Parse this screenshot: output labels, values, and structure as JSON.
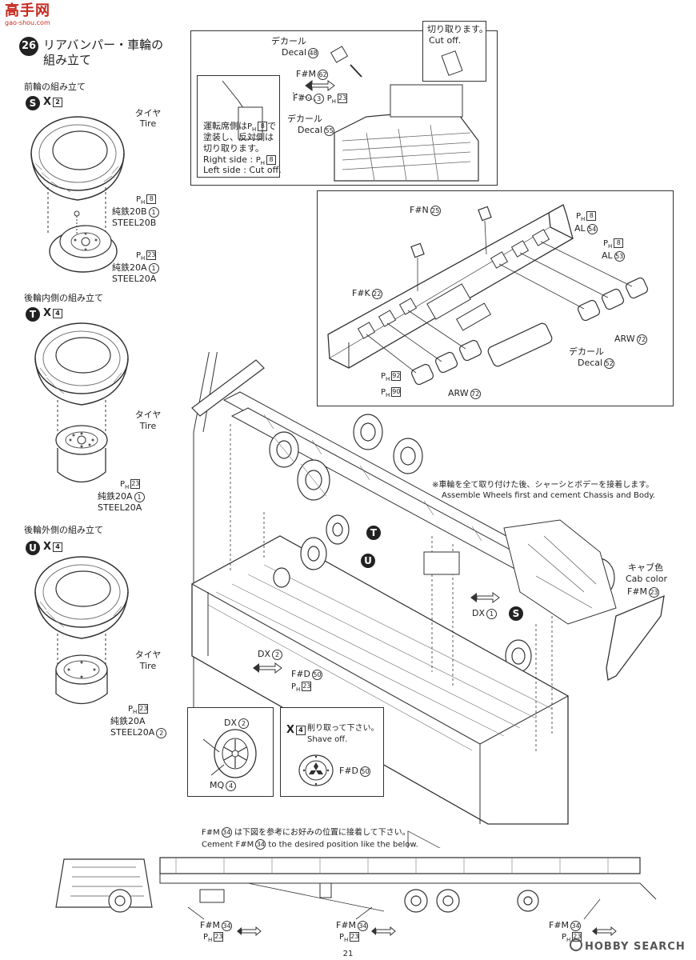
{
  "logo": {
    "main": "高手网",
    "sub": "gao-shou.com"
  },
  "step": {
    "number": "26",
    "title_line1": "リアバンパー・車輪の",
    "title_line2": "組み立て"
  },
  "front": {
    "heading": "前輪の組み立て",
    "letter": "S",
    "multiplier": "X",
    "count": "2",
    "tire_jp": "タイヤ",
    "tire_en": "Tire",
    "ph_a": "8",
    "steel_b_jp": "純鉄20B",
    "steel_b_en": "STEEL20B",
    "steel_b_num": "1",
    "ph_b": "23",
    "steel_a_jp": "純鉄20A",
    "steel_a_en": "STEEL20A",
    "steel_a_num": "1"
  },
  "rear_inner": {
    "heading": "後輪内側の組み立て",
    "letter": "T",
    "multiplier": "X",
    "count": "4",
    "tire_jp": "タイヤ",
    "tire_en": "Tire",
    "ph": "23",
    "steel_jp": "純鉄20A",
    "steel_en": "STEEL20A",
    "steel_num": "1"
  },
  "rear_outer": {
    "heading": "後輪外側の組み立て",
    "letter": "U",
    "multiplier": "X",
    "count": "4",
    "tire_jp": "タイヤ",
    "tire_en": "Tire",
    "ph": "23",
    "steel_jp": "純鉄20A",
    "steel_en": "STEEL20A",
    "steel_num": "2"
  },
  "top_inset": {
    "decal_jp": "デカール",
    "decal_en": "Decal",
    "decal_num_a": "48",
    "fm": "F#M",
    "fm_num": "62",
    "fo": "F#O",
    "fo_num": "3",
    "ph_fo": "23",
    "decal_num_b": "55",
    "cut_jp": "切り取ります。",
    "cut_en": "Cut off.",
    "note_jp_1": "運転席側は",
    "note_ph": "8",
    "note_jp_1b": "で",
    "note_jp_2": "塗装し、反対側は",
    "note_jp_3": "切り取ります。",
    "right_side": "Right side :",
    "right_ph": "8",
    "left_side": "Left side : Cut off."
  },
  "bumper": {
    "fn": "F#N",
    "fn_num": "25",
    "fk": "F#K",
    "fk_num": "22",
    "ph_1": "8",
    "al_1": "AL",
    "al_1_num": "54",
    "ph_2": "8",
    "al_2": "AL",
    "al_2_num": "53",
    "arw": "ARW",
    "arw_num": "72",
    "decal_jp": "デカール",
    "decal_en": "Decal",
    "decal_num": "52",
    "ph_92": "92",
    "ph_90": "90",
    "arw_b": "ARW",
    "arw_b_num": "72"
  },
  "main": {
    "note_jp": "※車輪を全て取り付けた後、シャーシとボデーを接着します。",
    "note_en": "Assemble Wheels first and cement Chassis and Body.",
    "cab_jp": "キャブ色",
    "cab_en": "Cab color",
    "cab_fm": "F#M",
    "cab_num": "23",
    "dx": "DX",
    "dx_num_1": "1",
    "dx_num_2": "2",
    "fd": "F#D",
    "fd_num": "50",
    "ph_fd": "23",
    "label_T": "T",
    "label_U": "U",
    "label_S": "S"
  },
  "detail_left": {
    "dx": "DX",
    "dx_num": "2",
    "mq": "MQ",
    "mq_num": "4"
  },
  "detail_right": {
    "mult": "X",
    "count": "4",
    "shave_jp": "削り取って下さい。",
    "shave_en": "Shave off.",
    "fd": "F#D",
    "fd_num": "50"
  },
  "bottom": {
    "note_jp_pre": "F#M",
    "note_jp_num": "34",
    "note_jp": "は下図を参考にお好みの位置に接着して下さい。",
    "note_en_pre": "Cement F#M",
    "note_en_num": "34",
    "note_en": "to the desired position like the below.",
    "fm": "F#M",
    "fm_num": "34",
    "ph": "23"
  },
  "page_number": "21",
  "watermark": "HOBBY SEARCH"
}
